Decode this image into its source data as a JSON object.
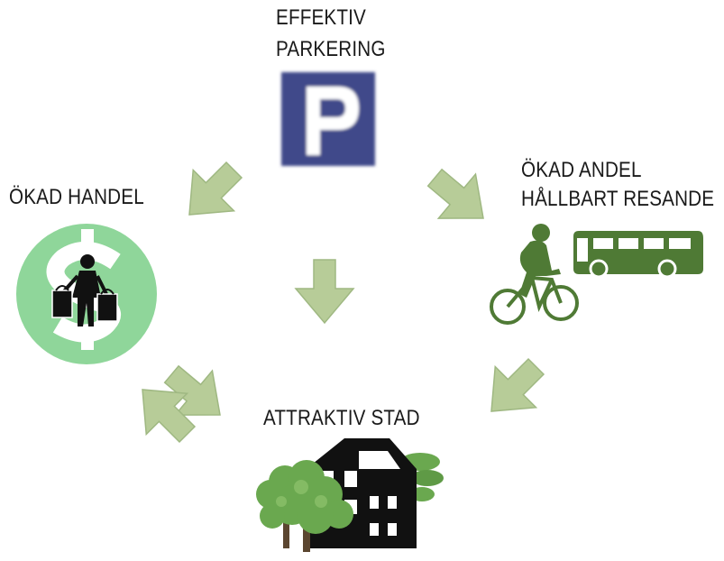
{
  "labels": {
    "parking_line1": "EFFEKTIV",
    "parking_line2": "PARKERING",
    "trade": "ÖKAD HANDEL",
    "sustainable_line1": "ÖKAD ANDEL",
    "sustainable_line2": "HÅLLBART RESANDE",
    "city": "ATTRAKTIV STAD"
  },
  "icons": {
    "parking": "parking-sign-icon",
    "trade": "shopper-dollar-icon",
    "sustainable": "cyclist-and-bus-icon",
    "city": "house-with-trees-icon"
  },
  "colors": {
    "arrow_fill": "#b7cc98",
    "arrow_stroke": "#9fb882",
    "parking_sign": "#3f4a8a",
    "dollar_circle": "#8fd69a",
    "transit_green": "#4f7a35",
    "tree_green": "#6aa84f",
    "house_black": "#111111"
  }
}
